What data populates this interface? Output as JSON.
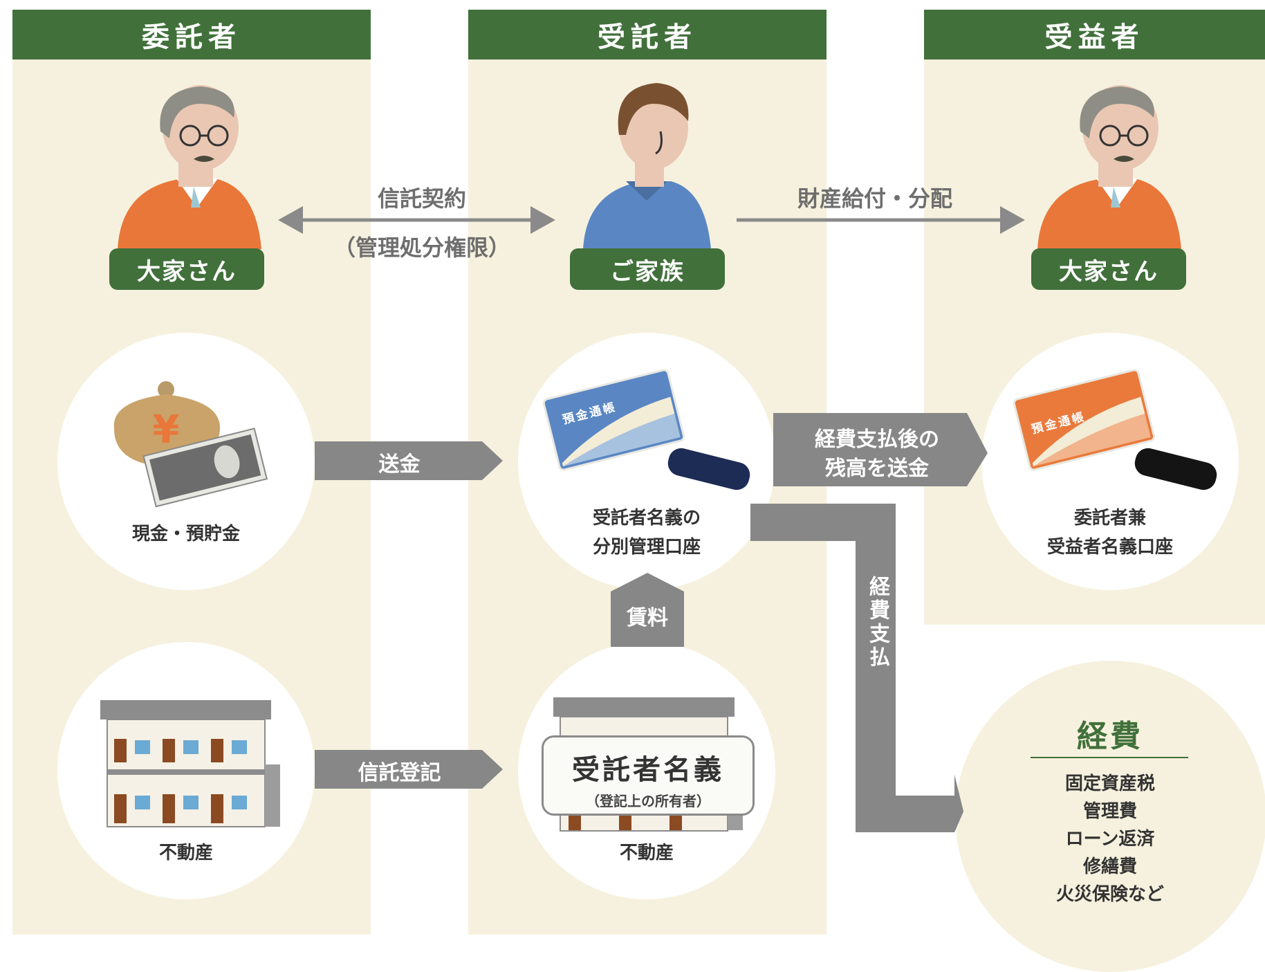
{
  "columns": {
    "settlor": "委託者",
    "trustee": "受託者",
    "beneficiary": "受益者"
  },
  "people": {
    "settlor_name": "大家さん",
    "trustee_name": "ご家族",
    "beneficiary_name": "大家さん"
  },
  "relations": {
    "trust_contract": "信託契約",
    "trust_contract_note": "（管理処分権限）",
    "property_benefit": "財産給付・分配"
  },
  "assets": {
    "cash_caption": "現金・預貯金",
    "trustee_account_caption_1": "受託者名義の",
    "trustee_account_caption_2": "分別管理口座",
    "beneficiary_account_caption_1": "委託者兼",
    "beneficiary_account_caption_2": "受益者名義口座",
    "realestate_caption": "不動産",
    "trustee_realestate_caption": "不動産",
    "passbook_label": "預金通帳",
    "passbook_label_2": "預金通帳",
    "stamp_title": "受託者名義",
    "stamp_note": "（登記上の所有者）"
  },
  "flows": {
    "remit": "送金",
    "remaining_1": "経費支払後の",
    "remaining_2": "残高を送金",
    "rent": "賃料",
    "expense_payment": "経費支払",
    "trust_registration": "信託登記"
  },
  "expenses": {
    "title": "経費",
    "items": [
      "固定資産税",
      "管理費",
      "ローン返済",
      "修繕費",
      "火災保険など"
    ]
  },
  "colors": {
    "green": "#41703b",
    "beige": "#f6f1de",
    "arrow_gray": "#8a8a8a",
    "orange": "#e97a3c",
    "blue": "#5a87c3"
  }
}
